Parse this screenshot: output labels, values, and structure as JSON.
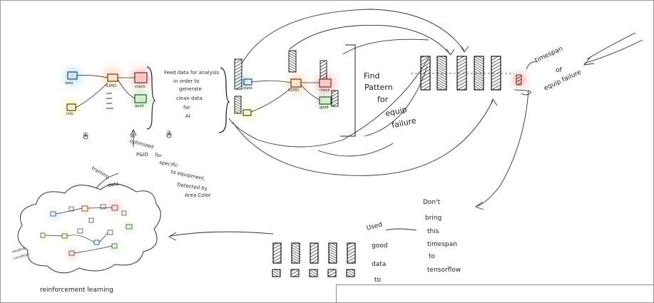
{
  "labels": {
    "panel1_num": "①",
    "panel2_num": "②",
    "rcpid_a": "R2PID",
    "rcpid_b": "R2PID",
    "tiny_a": "data",
    "tiny_b": "info",
    "tiny_c": "check",
    "tiny_d": "check",
    "tiny_e": "good",
    "tiny_f": "good",
    "tiny_g": "state",
    "side_note_1": "Feed data for analysis",
    "side_note_2": "in order to",
    "side_note_3": "generate",
    "side_note_4": "clean data",
    "side_note_5": "for",
    "side_note_6": "AI",
    "find_1": "Find",
    "find_2": "Pattern",
    "find_3": "for",
    "find_4": "equip",
    "find_5": "failure",
    "timespan_1": "timespan",
    "timespan_2": "of",
    "timespan_3": "equip failure",
    "ai_1": "AI",
    "ai_2": "optimized",
    "ai_3": "P&ID",
    "ai_4": "for",
    "ai_5": "specific",
    "ai_6": "to equipment.",
    "ai_7": "Detected by",
    "ai_8": "Area Color",
    "training_1": "training",
    "training_2": "data",
    "dont_1": "Don't",
    "dont_2": "bring",
    "dont_3": "this",
    "dont_4": "timespan",
    "dont_5": "to",
    "dont_6": "tensorflow",
    "used_1": "Used",
    "used_2": "good",
    "used_3": "data",
    "used_4": "to",
    "cloud_1": "weather",
    "cloud_2": "condition",
    "reinforcement": "reinforcement learning"
  },
  "colors": {
    "ink": "#1c1c1c",
    "blue_glow": "#8fd3f4",
    "orange_glow": "#ffcc99",
    "red_glow": "#ff8a8a",
    "green_glow": "#9fe39a",
    "yellow_glow": "#f3ea8a"
  }
}
